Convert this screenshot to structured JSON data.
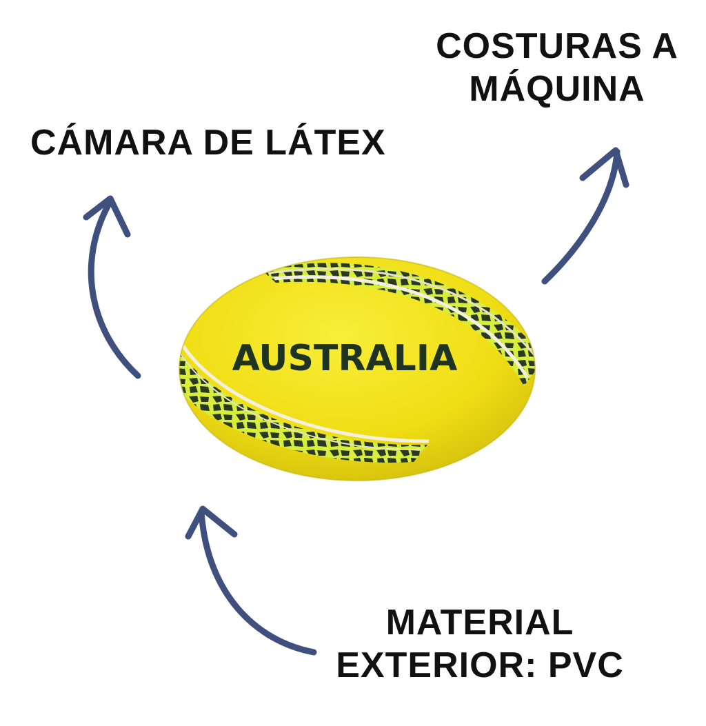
{
  "labels": {
    "latex": "CÁMARA DE LÁTEX",
    "seams": [
      "COSTURAS A",
      "MÁQUINA"
    ],
    "material": [
      "MATERIAL",
      "EXTERIOR: PVC"
    ]
  },
  "ball": {
    "text": "AUSTRALIA",
    "colors": {
      "body": "#f2e21a",
      "body_shadow": "#c9b80e",
      "pattern_dark": "#2a3a22",
      "pattern_light": "#d8f03a",
      "text": "#1e3322"
    }
  },
  "arrows": {
    "color": "#3f4f7e"
  }
}
